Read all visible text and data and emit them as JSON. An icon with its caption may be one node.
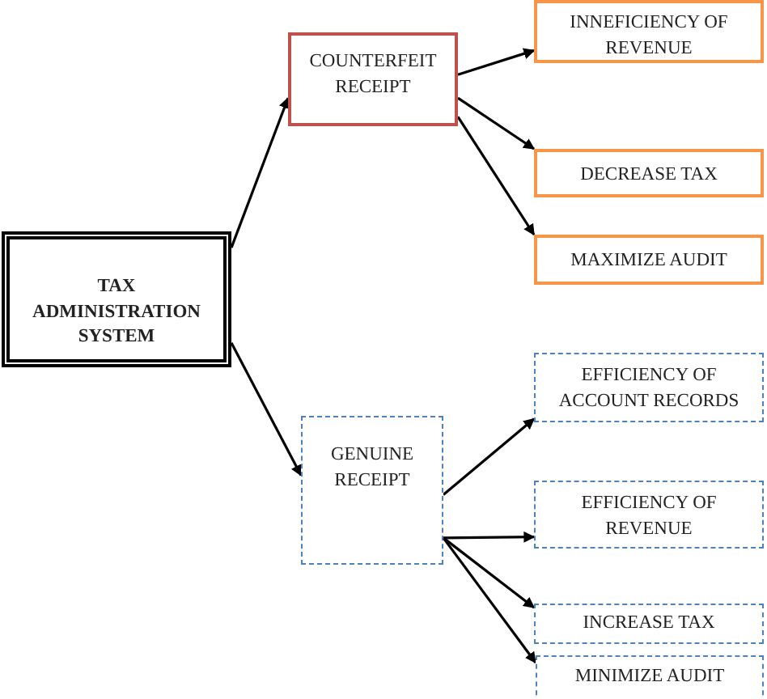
{
  "diagram": {
    "nodes": [
      {
        "text": [
          "TAX ADMINISTRATION SYSTEM"
        ]
      },
      {
        "text": [
          "COUNTERFEIT RECEIPT"
        ]
      },
      {
        "text": [
          "INNEFICIENCY OF REVENUE"
        ]
      },
      {
        "text": [
          "DECREASE TAX"
        ]
      },
      {
        "text": [
          "MAXIMIZE AUDIT"
        ]
      },
      {
        "text": [
          "GENUINE RECEIPT"
        ]
      },
      {
        "text": [
          "EFFICIENCY OF ACCOUNT RECORDS"
        ]
      },
      {
        "text": [
          "EFFICIENCY OF REVENUE"
        ]
      },
      {
        "text": [
          "INCREASE TAX"
        ]
      },
      {
        "text": [
          "MINIMIZE AUDIT"
        ]
      }
    ],
    "edges": [
      {
        "from": 0,
        "to": 1,
        "arrow": "to"
      },
      {
        "from": 0,
        "to": 5,
        "arrow": "to"
      },
      {
        "from": 1,
        "to": 2,
        "arrow": "to"
      },
      {
        "from": 1,
        "to": 3,
        "arrow": "to"
      },
      {
        "from": 1,
        "to": 4,
        "arrow": "to"
      },
      {
        "from": 5,
        "to": 6,
        "arrow": "to"
      },
      {
        "from": 5,
        "to": 7,
        "arrow": "to"
      },
      {
        "from": 5,
        "to": 8,
        "arrow": "to"
      },
      {
        "from": 5,
        "to": 9,
        "arrow": "to"
      }
    ]
  }
}
